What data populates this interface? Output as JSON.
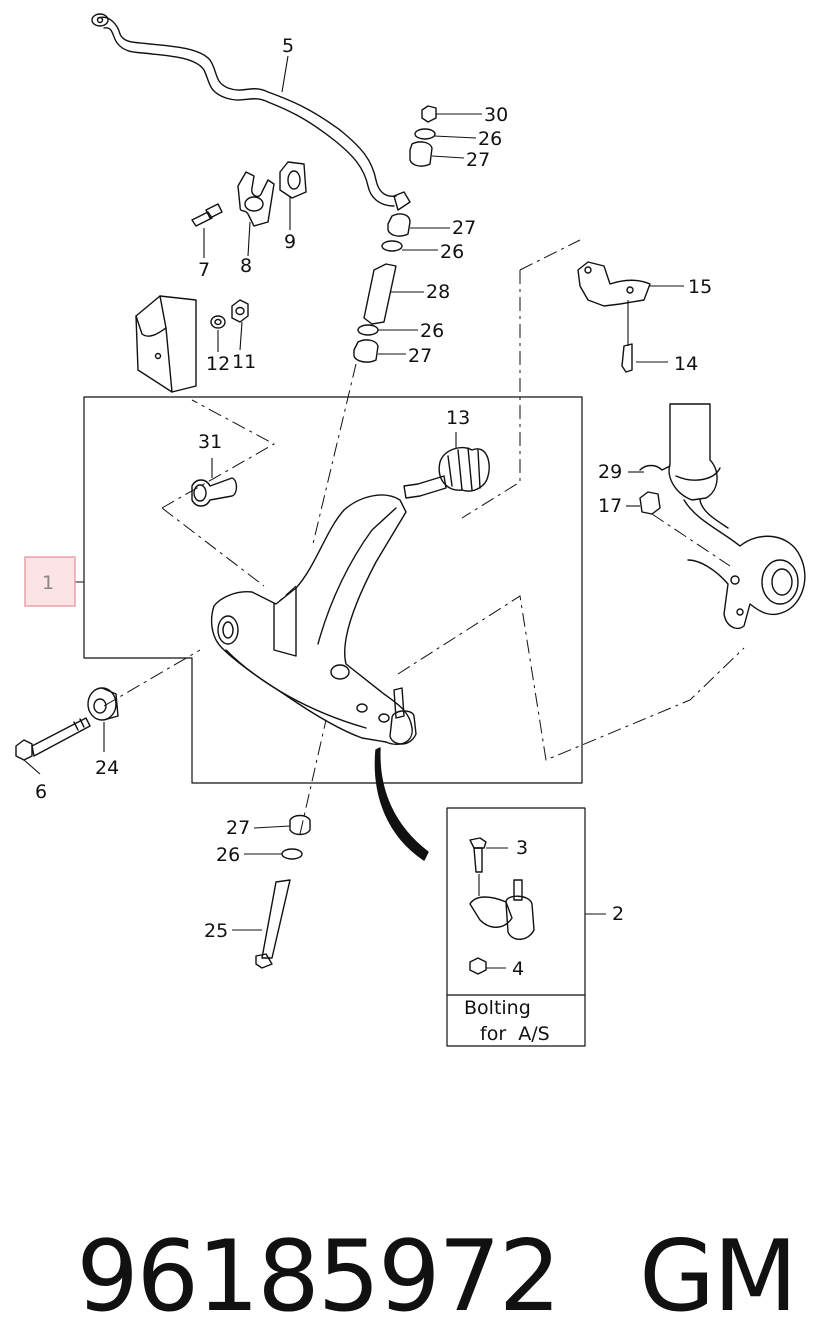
{
  "diagram": {
    "callouts": [
      {
        "id": "c1",
        "text": "1"
      },
      {
        "id": "c2",
        "text": "2"
      },
      {
        "id": "c3",
        "text": "3"
      },
      {
        "id": "c4",
        "text": "4"
      },
      {
        "id": "c5",
        "text": "5"
      },
      {
        "id": "c6",
        "text": "6"
      },
      {
        "id": "c7",
        "text": "7"
      },
      {
        "id": "c8",
        "text": "8"
      },
      {
        "id": "c9",
        "text": "9"
      },
      {
        "id": "c11",
        "text": "11"
      },
      {
        "id": "c12",
        "text": "12"
      },
      {
        "id": "c13",
        "text": "13"
      },
      {
        "id": "c14",
        "text": "14"
      },
      {
        "id": "c15",
        "text": "15"
      },
      {
        "id": "c17",
        "text": "17"
      },
      {
        "id": "c24",
        "text": "24"
      },
      {
        "id": "c25",
        "text": "25"
      },
      {
        "id": "c26a",
        "text": "26"
      },
      {
        "id": "c26b",
        "text": "26"
      },
      {
        "id": "c26c",
        "text": "26"
      },
      {
        "id": "c26d",
        "text": "26"
      },
      {
        "id": "c27a",
        "text": "27"
      },
      {
        "id": "c27b",
        "text": "27"
      },
      {
        "id": "c27c",
        "text": "27"
      },
      {
        "id": "c27d",
        "text": "27"
      },
      {
        "id": "c28",
        "text": "28"
      },
      {
        "id": "c29",
        "text": "29"
      },
      {
        "id": "c30",
        "text": "30"
      },
      {
        "id": "c31",
        "text": "31"
      }
    ],
    "inset": {
      "caption_line1": "Bolting",
      "caption_line2": "for  A/S"
    },
    "highlight_color": "#e8a0a8",
    "highlight_fill": "#fbe3e6"
  },
  "footer": {
    "part_number": "96185972",
    "brand": "GM"
  }
}
